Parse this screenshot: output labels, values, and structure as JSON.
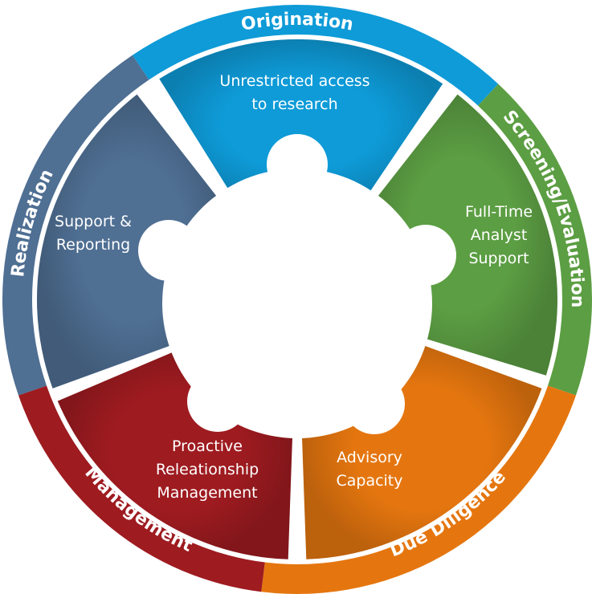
{
  "colors": {
    "origination": "#0e9bd8",
    "screening": "#5c9e43",
    "due_diligence": "#e5760f",
    "management": "#9e1b20",
    "realization": "#4f6f93",
    "center": "#ffffff"
  },
  "segments": [
    {
      "key": "origination",
      "stage_label": "Origination",
      "description_lines": [
        "Unrestricted access",
        "to research"
      ]
    },
    {
      "key": "screening",
      "stage_label": "Screening/Evaluation",
      "description_lines": [
        "Full-Time",
        "Analyst",
        "Support"
      ]
    },
    {
      "key": "due_diligence",
      "stage_label": "Due Diligence",
      "description_lines": [
        "Advisory",
        "Capacity"
      ]
    },
    {
      "key": "management",
      "stage_label": "Management",
      "description_lines": [
        "Proactive",
        "Releationship",
        "Management"
      ]
    },
    {
      "key": "realization",
      "stage_label": "Realization",
      "description_lines": [
        "Support &",
        "Reporting"
      ]
    }
  ]
}
